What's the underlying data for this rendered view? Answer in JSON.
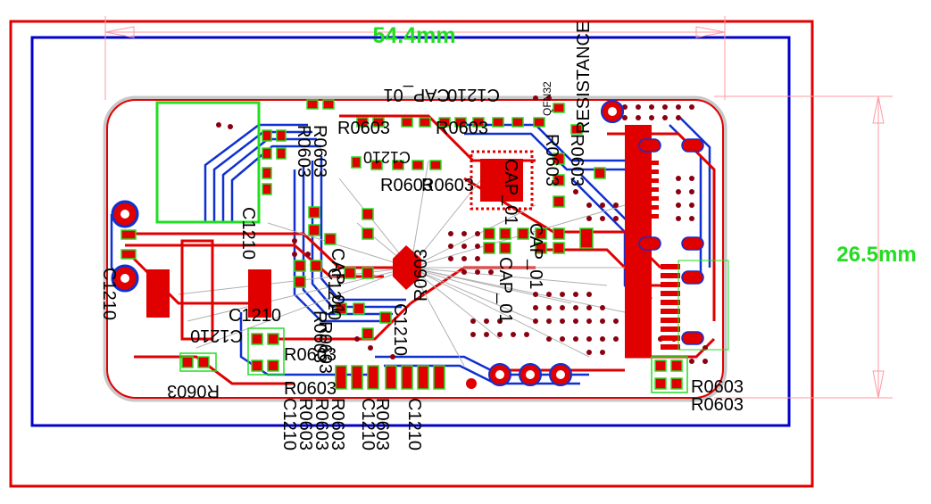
{
  "dimensions": {
    "width_label": "54.4mm",
    "height_label": "26.5mm",
    "color": "#22dd22"
  },
  "colors": {
    "outer_frame": "#e00000",
    "inner_frame": "#0000cc",
    "top_copper": "#e00000",
    "bottom_copper": "#1030d0",
    "silkscreen": "#22dd22",
    "dimension_line": "#ff9aa2"
  },
  "components": {
    "labels": [
      "R0603",
      "R0603",
      "C1210",
      "CAP_01",
      "QFN32",
      "RESISTANCE",
      "R0603",
      "R0603",
      "C1210",
      "R0603",
      "R0603",
      "R0603",
      "R0603",
      "C1210",
      "C1210",
      "C1210",
      "CAP_01",
      "CAP_01",
      "CAP_01",
      "CAP_01",
      "C1210",
      "C1210",
      "R0603",
      "R0603",
      "C1210",
      "R0603",
      "R0603",
      "R0603",
      "C1210",
      "R0603",
      "C1210",
      "C1210",
      "R0603",
      "R0603",
      "R0603",
      "R0603",
      "R0603",
      "R0603"
    ]
  }
}
